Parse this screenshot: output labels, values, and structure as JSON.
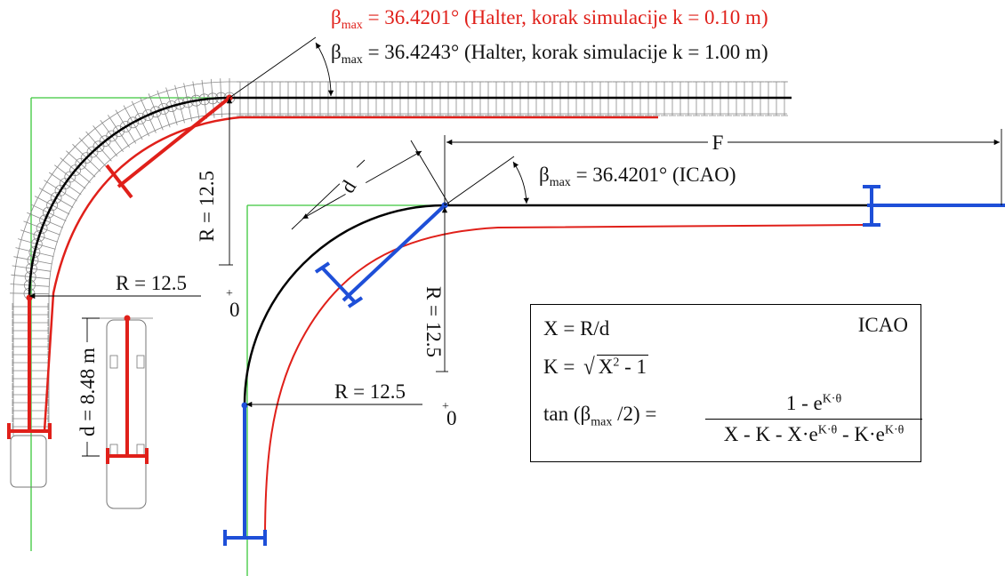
{
  "annotations": {
    "beta_red": {
      "prefix": "β",
      "sub": "max",
      "text": " = 36.4201° (Halter, korak simulacije k = 0.10 m)"
    },
    "beta_black": {
      "prefix": "β",
      "sub": "max",
      "text": " = 36.4243° (Halter, korak simulacije k = 1.00 m)"
    },
    "beta_icao": {
      "prefix": "β",
      "sub": "max",
      "text": " = 36.4201° (ICAO)"
    },
    "radius_left_vertical": "R = 12.5",
    "radius_left_horizontal": "R = 12.5",
    "radius_right_vertical": "R = 12.5",
    "radius_right_horizontal": "R = 12.5",
    "d_length": "d = 8.48 m",
    "d": "d",
    "F": "F",
    "zero_left": "0",
    "zero_right": "0"
  },
  "formula": {
    "tag": "ICAO",
    "line1": "X = R/d",
    "line2_prefix": "K = ",
    "line2_radicand": "X",
    "line2_exp": "2",
    "line2_suffix": " - 1",
    "line3_prefix": "tan (β",
    "line3_sub": "max",
    "line3_suffix": " /2) =",
    "numerator_prefix": "1 - e",
    "numerator_exp": "K·θ",
    "den_a": "X - K - X·e",
    "den_exp1": "K·θ",
    "den_b": " - K·e",
    "den_exp2": "K·θ"
  },
  "colors": {
    "centerline": "#000000",
    "path_red": "#e0201a",
    "aircraft_blue": "#1e4fd8",
    "grid_green": "#3cc83c",
    "trace_gray": "#888888"
  }
}
